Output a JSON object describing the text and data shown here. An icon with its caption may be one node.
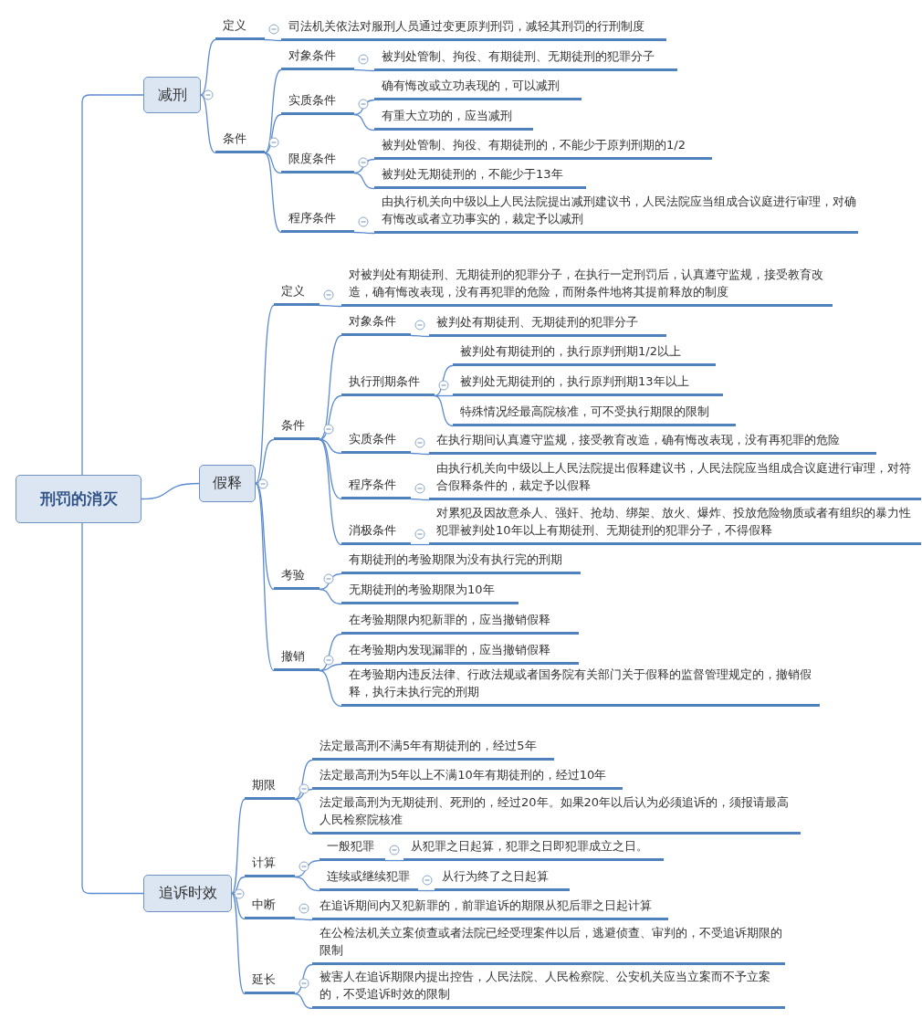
{
  "diagram": {
    "nodes": [
      {
        "text": [
          "刑罚的消灭"
        ]
      },
      {
        "text": [
          "减刑"
        ]
      },
      {
        "text": [
          "定义"
        ]
      },
      {
        "text": [
          "司法机关依法对服刑人员通过变更原判刑罚，减轻其刑罚的行刑制度"
        ]
      },
      {
        "text": [
          "条件"
        ]
      },
      {
        "text": [
          "对象条件"
        ]
      },
      {
        "text": [
          "被判处管制、拘役、有期徒刑、无期徒刑的犯罪分子"
        ]
      },
      {
        "text": [
          "实质条件"
        ]
      },
      {
        "text": [
          "确有悔改或立功表现的，可以减刑"
        ]
      },
      {
        "text": [
          "有重大立功的，应当减刑"
        ]
      },
      {
        "text": [
          "限度条件"
        ]
      },
      {
        "text": [
          "被判处管制、拘役、有期徒刑的，不能少于原判刑期的1/2"
        ]
      },
      {
        "text": [
          "被判处无期徒刑的，不能少于13年"
        ]
      },
      {
        "text": [
          "程序条件"
        ]
      },
      {
        "text": [
          "由执行机关向中级以上人民法院提出减刑建议书，人民法院应当组成合议庭进行审理，对确有悔改或者立功事实的，裁定予以减刑"
        ]
      },
      {
        "text": [
          "假释"
        ]
      },
      {
        "text": [
          "定义"
        ]
      },
      {
        "text": [
          "对被判处有期徒刑、无期徒刑的犯罪分子，在执行一定刑罚后，认真遵守监规，接受教育改造，确有悔改表现，没有再犯罪的危险，而附条件地将其提前释放的制度"
        ]
      },
      {
        "text": [
          "条件"
        ]
      },
      {
        "text": [
          "对象条件"
        ]
      },
      {
        "text": [
          "被判处有期徒刑、无期徒刑的犯罪分子"
        ]
      },
      {
        "text": [
          "执行刑期条件"
        ]
      },
      {
        "text": [
          "被判处有期徒刑的，执行原判刑期1/2以上"
        ]
      },
      {
        "text": [
          "被判处无期徒刑的，执行原判刑期13年以上"
        ]
      },
      {
        "text": [
          "特殊情况经最高院核准，可不受执行期限的限制"
        ]
      },
      {
        "text": [
          "实质条件"
        ]
      },
      {
        "text": [
          "在执行期间认真遵守监规，接受教育改造，确有悔改表现，没有再犯罪的危险"
        ]
      },
      {
        "text": [
          "程序条件"
        ]
      },
      {
        "text": [
          "由执行机关向中级以上人民法院提出假释建议书，人民法院应当组成合议庭进行审理，对符合假释条件的，裁定予以假释"
        ]
      },
      {
        "text": [
          "消极条件"
        ]
      },
      {
        "text": [
          "对累犯及因故意杀人、强奸、抢劫、绑架、放火、爆炸、投放危险物质或者有组织的暴力性犯罪被判处10年以上有期徒刑、无期徒刑的犯罪分子，不得假释"
        ]
      },
      {
        "text": [
          "考验"
        ]
      },
      {
        "text": [
          "有期徒刑的考验期限为没有执行完的刑期"
        ]
      },
      {
        "text": [
          "无期徒刑的考验期限为10年"
        ]
      },
      {
        "text": [
          "撤销"
        ]
      },
      {
        "text": [
          "在考验期限内犯新罪的，应当撤销假释"
        ]
      },
      {
        "text": [
          "在考验期内发现漏罪的，应当撤销假释"
        ]
      },
      {
        "text": [
          "在考验期内违反法律、行政法规或者国务院有关部门关于假释的监督管理规定的，撤销假释，执行未执行完的刑期"
        ]
      },
      {
        "text": [
          "追诉时效"
        ]
      },
      {
        "text": [
          "期限"
        ]
      },
      {
        "text": [
          "法定最高刑不满5年有期徒刑的，经过5年"
        ]
      },
      {
        "text": [
          "法定最高刑为5年以上不满10年有期徒刑的，经过10年"
        ]
      },
      {
        "text": [
          "法定最高刑为无期徒刑、死刑的，经过20年。如果20年以后认为必须追诉的，须报请最高人民检察院核准"
        ]
      },
      {
        "text": [
          "计算"
        ]
      },
      {
        "text": [
          "一般犯罪"
        ]
      },
      {
        "text": [
          "从犯罪之日起算，犯罪之日即犯罪成立之日。"
        ]
      },
      {
        "text": [
          "连续或继续犯罪"
        ]
      },
      {
        "text": [
          "从行为终了之日起算"
        ]
      },
      {
        "text": [
          "中断"
        ]
      },
      {
        "text": [
          "在追诉期间内又犯新罪的，前罪追诉的期限从犯后罪之日起计算"
        ]
      },
      {
        "text": [
          "延长"
        ]
      },
      {
        "text": [
          "在公检法机关立案侦查或者法院已经受理案件以后，逃避侦查、审判的，不受追诉期限的限制"
        ]
      },
      {
        "text": [
          "被害人在追诉期限内提出控告，人民法院、人民检察院、公安机关应当立案而不予立案的，不受追诉时效的限制"
        ]
      }
    ],
    "edges": [
      {
        "from": 0,
        "to": 1,
        "arrow": "none"
      },
      {
        "from": 1,
        "to": 2,
        "arrow": "none"
      },
      {
        "from": 2,
        "to": 3,
        "arrow": "none"
      },
      {
        "from": 1,
        "to": 4,
        "arrow": "none"
      },
      {
        "from": 4,
        "to": 5,
        "arrow": "none"
      },
      {
        "from": 5,
        "to": 6,
        "arrow": "none"
      },
      {
        "from": 4,
        "to": 7,
        "arrow": "none"
      },
      {
        "from": 7,
        "to": 8,
        "arrow": "none"
      },
      {
        "from": 7,
        "to": 9,
        "arrow": "none"
      },
      {
        "from": 4,
        "to": 10,
        "arrow": "none"
      },
      {
        "from": 10,
        "to": 11,
        "arrow": "none"
      },
      {
        "from": 10,
        "to": 12,
        "arrow": "none"
      },
      {
        "from": 4,
        "to": 13,
        "arrow": "none"
      },
      {
        "from": 13,
        "to": 14,
        "arrow": "none"
      },
      {
        "from": 0,
        "to": 15,
        "arrow": "none"
      },
      {
        "from": 15,
        "to": 16,
        "arrow": "none"
      },
      {
        "from": 16,
        "to": 17,
        "arrow": "none"
      },
      {
        "from": 15,
        "to": 18,
        "arrow": "none"
      },
      {
        "from": 18,
        "to": 19,
        "arrow": "none"
      },
      {
        "from": 19,
        "to": 20,
        "arrow": "none"
      },
      {
        "from": 18,
        "to": 21,
        "arrow": "none"
      },
      {
        "from": 21,
        "to": 22,
        "arrow": "none"
      },
      {
        "from": 21,
        "to": 23,
        "arrow": "none"
      },
      {
        "from": 21,
        "to": 24,
        "arrow": "none"
      },
      {
        "from": 18,
        "to": 25,
        "arrow": "none"
      },
      {
        "from": 25,
        "to": 26,
        "arrow": "none"
      },
      {
        "from": 18,
        "to": 27,
        "arrow": "none"
      },
      {
        "from": 27,
        "to": 28,
        "arrow": "none"
      },
      {
        "from": 18,
        "to": 29,
        "arrow": "none"
      },
      {
        "from": 29,
        "to": 30,
        "arrow": "none"
      },
      {
        "from": 15,
        "to": 31,
        "arrow": "none"
      },
      {
        "from": 31,
        "to": 32,
        "arrow": "none"
      },
      {
        "from": 31,
        "to": 33,
        "arrow": "none"
      },
      {
        "from": 15,
        "to": 34,
        "arrow": "none"
      },
      {
        "from": 34,
        "to": 35,
        "arrow": "none"
      },
      {
        "from": 34,
        "to": 36,
        "arrow": "none"
      },
      {
        "from": 34,
        "to": 37,
        "arrow": "none"
      },
      {
        "from": 0,
        "to": 38,
        "arrow": "none"
      },
      {
        "from": 38,
        "to": 39,
        "arrow": "none"
      },
      {
        "from": 39,
        "to": 40,
        "arrow": "none"
      },
      {
        "from": 39,
        "to": 41,
        "arrow": "none"
      },
      {
        "from": 39,
        "to": 42,
        "arrow": "none"
      },
      {
        "from": 38,
        "to": 43,
        "arrow": "none"
      },
      {
        "from": 43,
        "to": 44,
        "arrow": "none"
      },
      {
        "from": 44,
        "to": 45,
        "arrow": "none"
      },
      {
        "from": 43,
        "to": 46,
        "arrow": "none"
      },
      {
        "from": 46,
        "to": 47,
        "arrow": "none"
      },
      {
        "from": 38,
        "to": 48,
        "arrow": "none"
      },
      {
        "from": 48,
        "to": 49,
        "arrow": "none"
      },
      {
        "from": 38,
        "to": 50,
        "arrow": "none"
      },
      {
        "from": 50,
        "to": 51,
        "arrow": "none"
      },
      {
        "from": 50,
        "to": 52,
        "arrow": "none"
      }
    ]
  }
}
